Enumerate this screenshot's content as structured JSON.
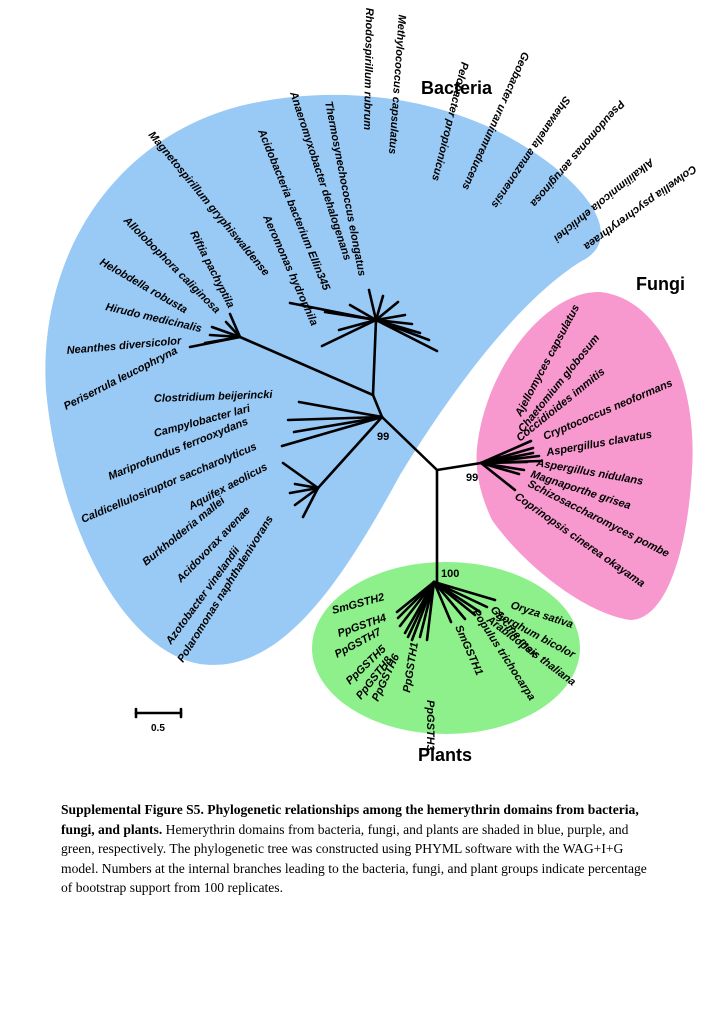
{
  "groups": {
    "bacteria": {
      "label": "Bacteria",
      "color": "#99c9f5",
      "bootstrap": "99"
    },
    "fungi": {
      "label": "Fungi",
      "color": "#f799cf",
      "bootstrap": "99"
    },
    "plants": {
      "label": "Plants",
      "color": "#8ef08a",
      "bootstrap": "100"
    }
  },
  "scale_bar": {
    "label": "0.5"
  },
  "caption": {
    "title": "Supplemental Figure S5. Phylogenetic relationships among the hemerythrin domains from bacteria, fungi, and plants.",
    "body": " Hemerythrin domains from bacteria, fungi, and plants are shaded in blue, purple, and green, respectively. The phylogenetic tree was constructed using PHYML software with the WAG+I+G model. Numbers at the internal branches leading to the bacteria, fungi, and plant groups indicate percentage of bootstrap support from 100 replicates."
  },
  "taxa": {
    "bacteria": [
      "Magnetospirillum gryphiswaldense",
      "Anaeromyxobacter dehalogenans",
      "Thermosynechococcus elongatus",
      "Acidobacteria bacterium Ellin345",
      "Rhodospirillum rubrum",
      "Methylococcus capsulatus",
      "Aeromonas hydrophila",
      "Pelobacter propionicus",
      "Geobacter uraniumreducens",
      "Shewanella amazonensis",
      "Pseudomonas aeruginosa",
      "Alkalilimnicola ehrlichei",
      "Colwellia psychrerythraea",
      "Riftia pachyptila",
      "Allolobophora caliginosa",
      "Helobdella robusta",
      "Hirudo medicinalis",
      "Neanthes diversicolor",
      "Periserrula leucophryna",
      "Clostridium beijerincki",
      "Campylobacter lari",
      "Mariprofundus ferrooxydans",
      "Caldicellulosiruptor saccharolyticus",
      "Aquifex aeolicus",
      "Burkholderia mallei",
      "Acidovorax avenae",
      "Azotobacter vinelandii",
      "Polaromonas naphthalenivorans"
    ],
    "fungi": [
      "Ajellomyces capsulatus",
      "Chaetomium globosum",
      "Coccidioides immitis",
      "Cryptococcus neoformans",
      "Aspergillus clavatus",
      "Aspergillus nidulans",
      "Magnaporthe grisea",
      "Schizosaccharomyces pombe",
      "Coprinopsis cinerea okayama"
    ],
    "plants": [
      "SmGSTH2",
      "PpGSTH4",
      "PpGSTH7",
      "PpGSTH5",
      "PpGSTH8",
      "PpGSTH6",
      "PpGSTH1",
      "PpGSTH3",
      "SmGSTH1",
      "Populus trichocarpa",
      "Glycine max",
      "Arabidopsis thaliana",
      "Sorghum bicolor",
      "Oryza sativa"
    ]
  }
}
